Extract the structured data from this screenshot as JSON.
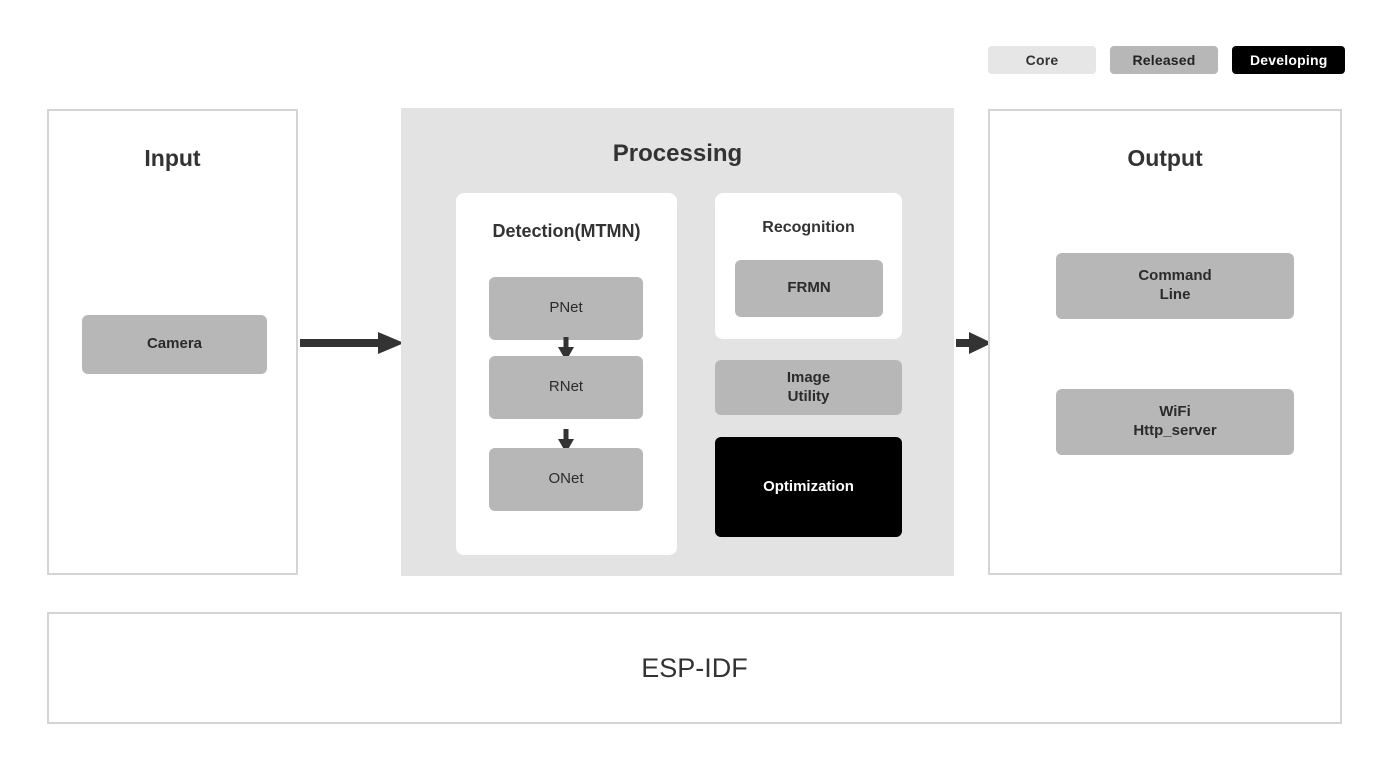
{
  "legend": {
    "items": [
      {
        "label": "Core",
        "color": "#e6e6e6",
        "text_color": "#333333"
      },
      {
        "label": "Released",
        "color": "#b7b7b7",
        "text_color": "#222222"
      },
      {
        "label": "Developing",
        "color": "#000000",
        "text_color": "#ffffff"
      }
    ]
  },
  "input": {
    "title": "Input",
    "nodes": [
      {
        "name": "camera",
        "label": "Camera",
        "status": "Released"
      }
    ]
  },
  "processing": {
    "title": "Processing",
    "detection": {
      "title": "Detection(MTMN)",
      "nodes": [
        {
          "name": "pnet",
          "label": "PNet",
          "status": "Released"
        },
        {
          "name": "rnet",
          "label": "RNet",
          "status": "Released"
        },
        {
          "name": "onet",
          "label": "ONet",
          "status": "Released"
        }
      ],
      "flow": [
        "PNet",
        "RNet",
        "ONet"
      ]
    },
    "recognition": {
      "title": "Recognition",
      "nodes": [
        {
          "name": "frmn",
          "label": "FRMN",
          "status": "Released"
        }
      ]
    },
    "extras": [
      {
        "name": "image-utility",
        "label": "Image\nUtility",
        "status": "Released"
      },
      {
        "name": "optimization",
        "label": "Optimization",
        "status": "Developing"
      }
    ]
  },
  "output": {
    "title": "Output",
    "nodes": [
      {
        "name": "command-line",
        "label": "Command\nLine",
        "status": "Released"
      },
      {
        "name": "wifi-http",
        "label": "WiFi\nHttp_server",
        "status": "Released"
      }
    ]
  },
  "foundation": {
    "label": "ESP-IDF"
  },
  "colors": {
    "panel_border": "#d4d4d4",
    "processing_bg": "#e3e3e3",
    "released": "#b7b7b7",
    "core": "#e6e6e6",
    "developing": "#000000",
    "arrow": "#333333",
    "text": "#333333"
  }
}
